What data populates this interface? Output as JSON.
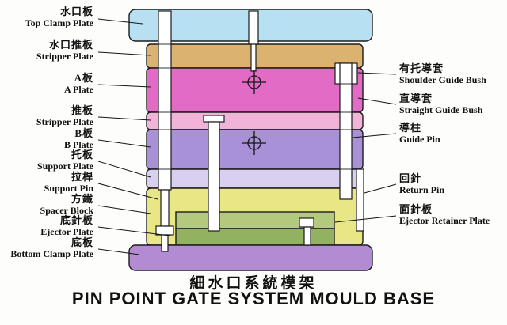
{
  "page": {
    "title_cn": "細水口系統模架",
    "title_en": "PIN POINT GATE SYSTEM MOULD BASE"
  },
  "labels_left": [
    {
      "cn": "水口板",
      "en": "Top Clamp Plate"
    },
    {
      "cn": "水口推板",
      "en": "Stripper Plate"
    },
    {
      "cn": "A板",
      "en": "A Plate"
    },
    {
      "cn": "推板",
      "en": "Stripper Plate"
    },
    {
      "cn": "B板",
      "en": "B Plate"
    },
    {
      "cn": "托板",
      "en": "Support Plate"
    },
    {
      "cn": "拉桿",
      "en": "Support Pin"
    },
    {
      "cn": "方鐵",
      "en": "Spacer Block"
    },
    {
      "cn": "底針板",
      "en": "Ejector Plate"
    },
    {
      "cn": "底板",
      "en": "Bottom Clamp Plate"
    }
  ],
  "labels_right": [
    {
      "cn": "有托導套",
      "en": "Shoulder Guide Bush"
    },
    {
      "cn": "直導套",
      "en": "Straight Guide Bush"
    },
    {
      "cn": "導柱",
      "en": "Guide Pin"
    },
    {
      "cn": "回針",
      "en": "Return Pin"
    },
    {
      "cn": "面針板",
      "en": "Ejector Retainer Plate"
    }
  ],
  "colors": {
    "top_clamp_plate": "#b7e1f3",
    "stripper_plate_top": "#dcb271",
    "a_plate": "#e26cc5",
    "stripper_plate_mid": "#f2b3d8",
    "b_plate": "#a891d6",
    "support_plate": "#d9cff0",
    "spacer_block": "#e9e785",
    "ejector_retainer_plate": "#b3c97c",
    "ejector_plate": "#93b261",
    "bottom_clamp_plate": "#b28bd2",
    "center_rod": "#c6c6c6",
    "rod": "#ffffff"
  }
}
